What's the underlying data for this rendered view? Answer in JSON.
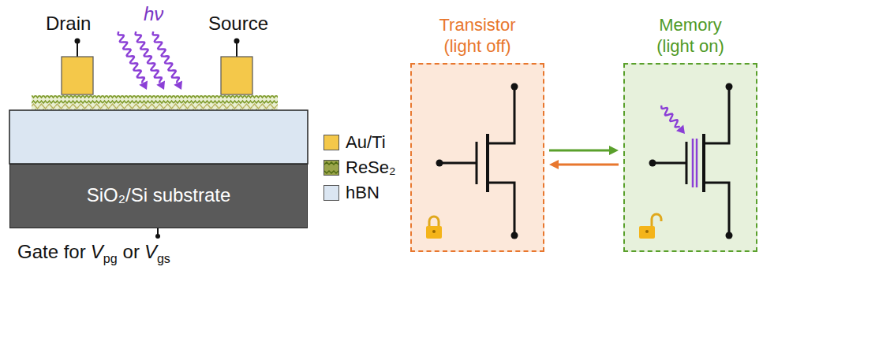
{
  "diagram": {
    "nodes": [
      {
        "text": [
          "SiO₂/Si substrate"
        ]
      },
      {
        "text": [
          "Transistor (light off)"
        ]
      },
      {
        "text": [
          "Memory (light on)"
        ]
      }
    ],
    "edges": [
      {
        "from": 1,
        "to": 2,
        "arrow": "to"
      },
      {
        "from": 2,
        "to": 1,
        "arrow": "to"
      }
    ],
    "labels": [
      "Drain",
      "hν",
      "Source",
      "Gate for",
      "V",
      "pg",
      "or",
      "V",
      "gs"
    ],
    "legend": [
      {
        "text": "Au/Ti",
        "color": "#f4c84a"
      },
      {
        "text": "ReSe₂",
        "color": "#9aa44a"
      },
      {
        "text": "hBN",
        "color": "#dbe6f2"
      }
    ]
  }
}
